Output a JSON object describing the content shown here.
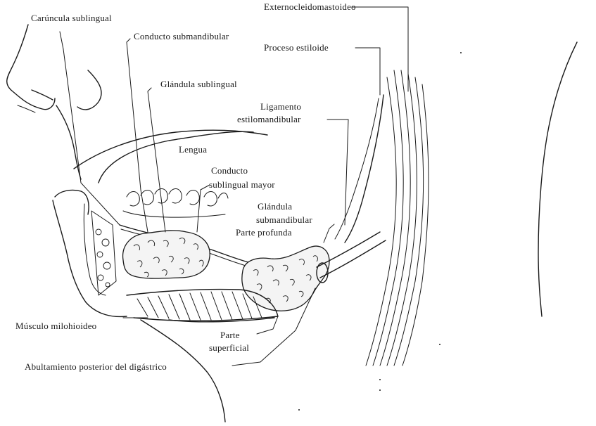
{
  "labels": {
    "caruncula": "Carúncula sublingual",
    "esternocleido": "Externocleidomastoideo",
    "conducto_submandibular": "Conducto submandibular",
    "proceso_estiloide": "Proceso estiloide",
    "glandula_sublingual": "Glándula sublingual",
    "ligamento_1": "Ligamento",
    "ligamento_2": "estilomandibular",
    "lengua": "Lengua",
    "conducto_mayor_1": "Conducto",
    "conducto_mayor_2": "sublingual mayor",
    "glandula_submand_1": "Glándula",
    "glandula_submand_2": "submandibular",
    "parte_profunda": "Parte profunda",
    "musculo_milohioideo": "Músculo milohioideo",
    "parte_superficial_1": "Parte",
    "parte_superficial_2": "superficial",
    "abultamiento": "Abultamiento posterior del digástrico"
  },
  "colors": {
    "ink": "#1a1a1a",
    "background": "#ffffff"
  }
}
